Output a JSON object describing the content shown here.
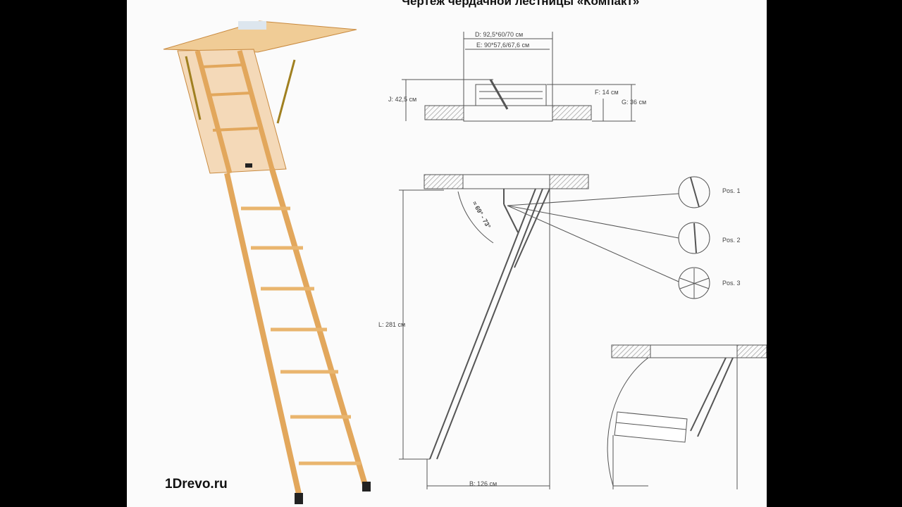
{
  "title": "Чертеж чердачной лестницы «Компакт»",
  "brand": "1Drevo.ru",
  "dimensions": {
    "D": "D: 92,5*60/70 см",
    "E": "E: 90*57,6/67,6 см",
    "J": "J: 42,5 см",
    "F": "F: 14 см",
    "G": "G: 36 см",
    "L": "L: 281 см",
    "B": "B: 126 см",
    "angle": "≈ 69° - 73°"
  },
  "positions": [
    "Pos. 1",
    "Pos. 2",
    "Pos. 3"
  ],
  "colors": {
    "wood": "#e9b56e",
    "wood_dark": "#c8893e",
    "hatch": "#888888",
    "line": "#555555"
  }
}
